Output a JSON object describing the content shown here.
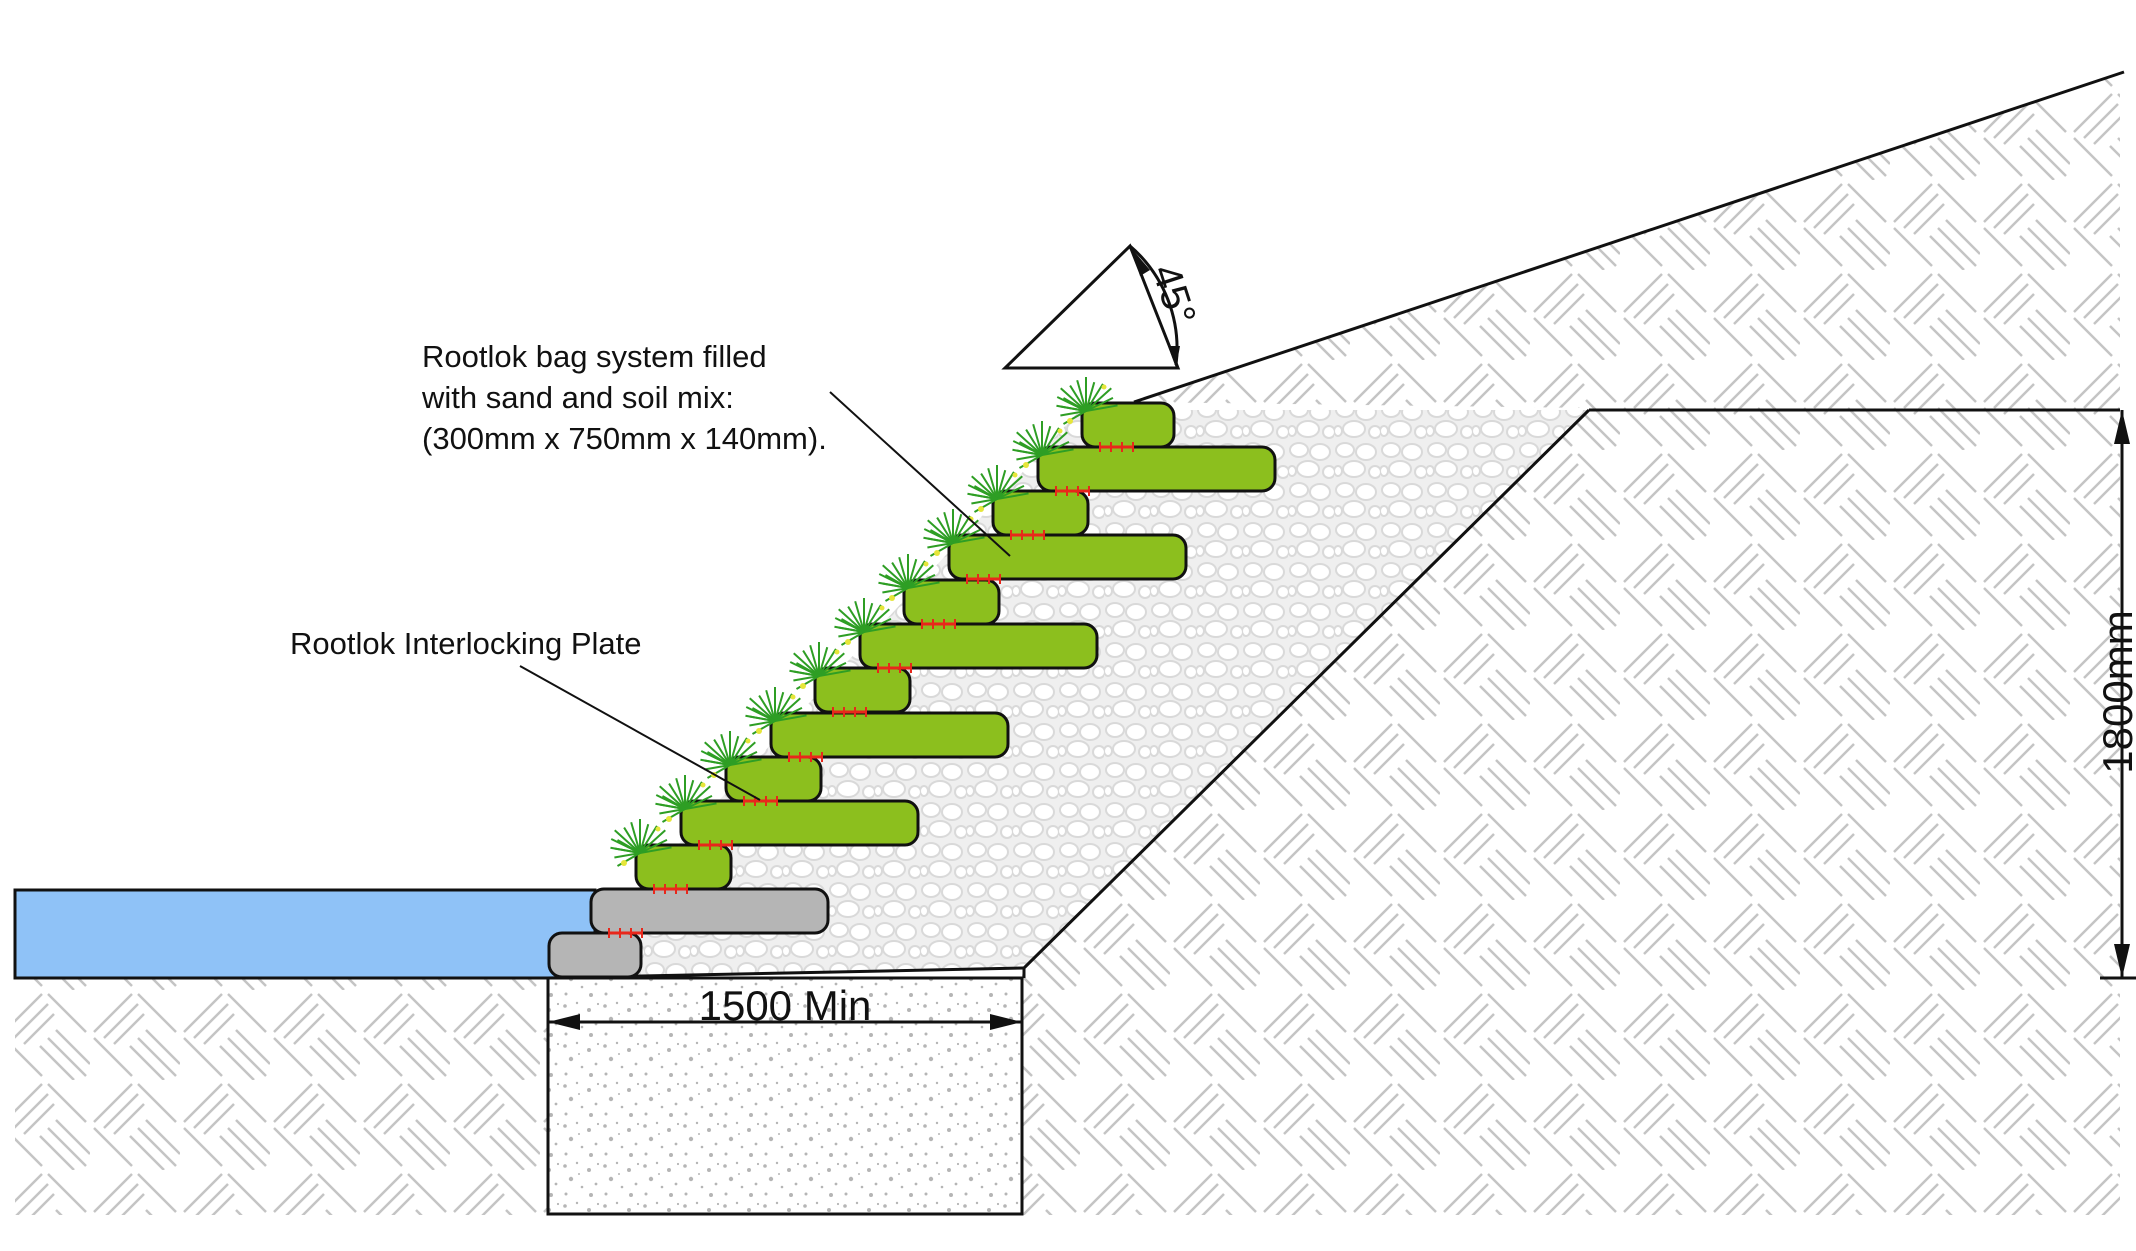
{
  "labels": {
    "bag_system_line1": "Rootlok bag system filled",
    "bag_system_line2": "with sand and soil mix:",
    "bag_system_line3": "(300mm x 750mm x 140mm).",
    "interlocking_plate": "Rootlok Interlocking Plate",
    "angle": "45°",
    "height_dimension": "1800mm",
    "base_width_dimension": "1500 Min"
  },
  "colors": {
    "water": "#8fc2f7",
    "bag_fill": "#8cbf1e",
    "bag_stroke": "#111111",
    "base_bag_fill": "#b5b5b5",
    "interlock_plate": "#e8271b",
    "plant": "#2e9e24",
    "plant_flower": "#e6e63a",
    "hatch": "#c4c4c4",
    "gravel": "#d9d9d9",
    "line": "#111111"
  },
  "icons": {
    "vegetation": "grass-tuft-icon",
    "plate": "interlocking-plate-icon"
  }
}
